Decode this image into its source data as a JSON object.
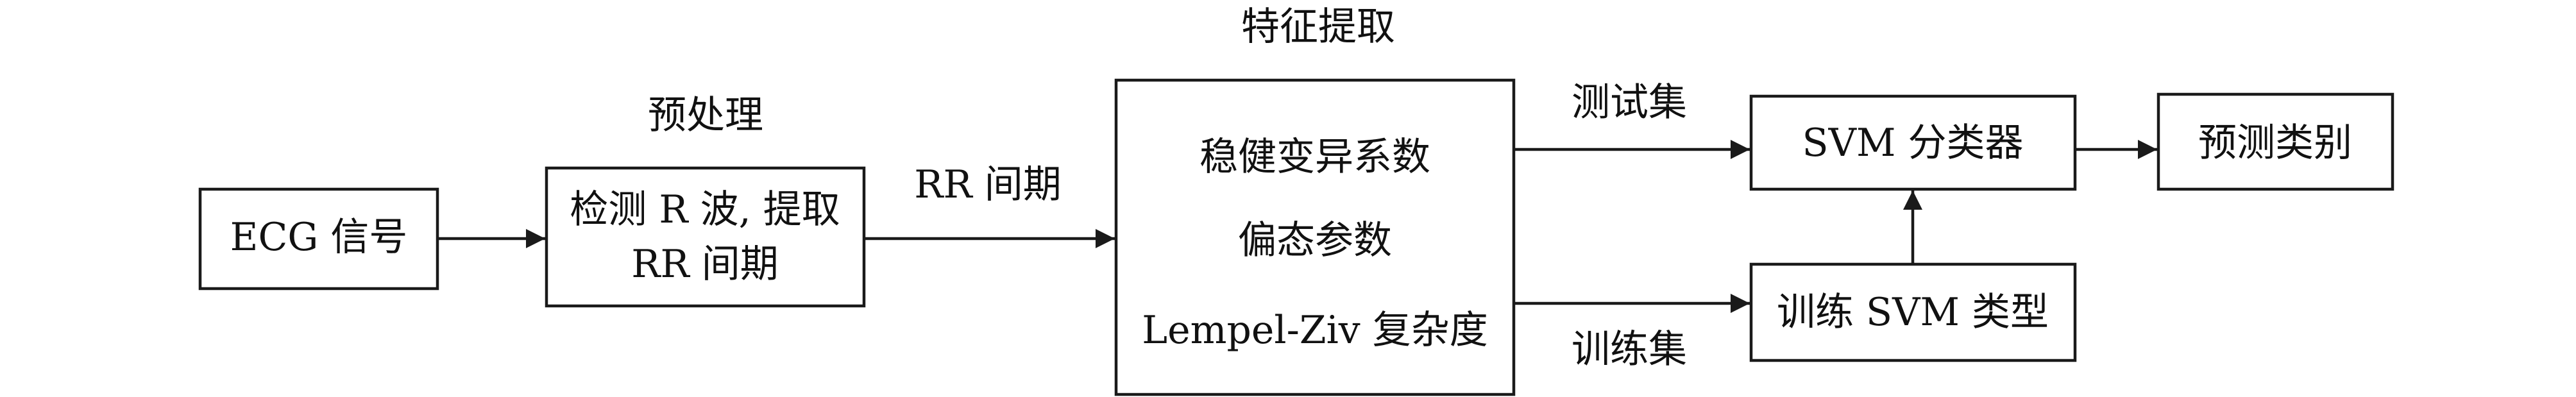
{
  "titles": {
    "feature_extraction": "特征提取",
    "preprocessing": "预处理"
  },
  "nodes": {
    "ecg_signal": "ECG 信号",
    "detect_line1": "检测 R 波, 提取",
    "detect_line2": "RR 间期",
    "features": {
      "cv": "稳健变异系数",
      "skew": "偏态参数",
      "lz": "Lempel-Ziv 复杂度"
    },
    "svm_classifier": "SVM 分类器",
    "predict_class": "预测类别",
    "train_svm": "训练 SVM 类型"
  },
  "edges": {
    "rr_interval": "RR 间期",
    "test_set": "测试集",
    "train_set": "训练集"
  }
}
